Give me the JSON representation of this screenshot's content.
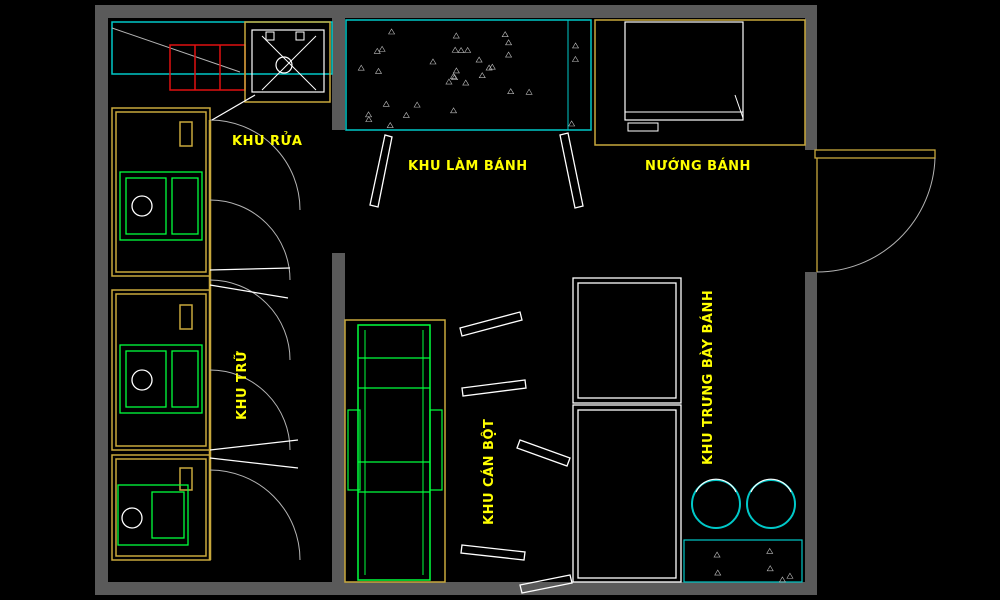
{
  "drawing": {
    "colors": {
      "background": "#000000",
      "wall": "#5a5a5a",
      "cabinet": "#c8a83c",
      "fixture": "#ffffff",
      "toilet": "#00ff3c",
      "counter": "#00c8c8",
      "sink_cabinet": "#e01010",
      "label": "#ffff00"
    },
    "zones": {
      "wash": "KHU RỬA",
      "baking": "KHU LÀM BÁNH",
      "oven": "NƯỚNG BÁNH",
      "storage": "KHU TRỮ",
      "dough_rolling": "KHU CÁN BỘT",
      "display": "KHU TRƯNG BÀY BÁNH"
    }
  }
}
